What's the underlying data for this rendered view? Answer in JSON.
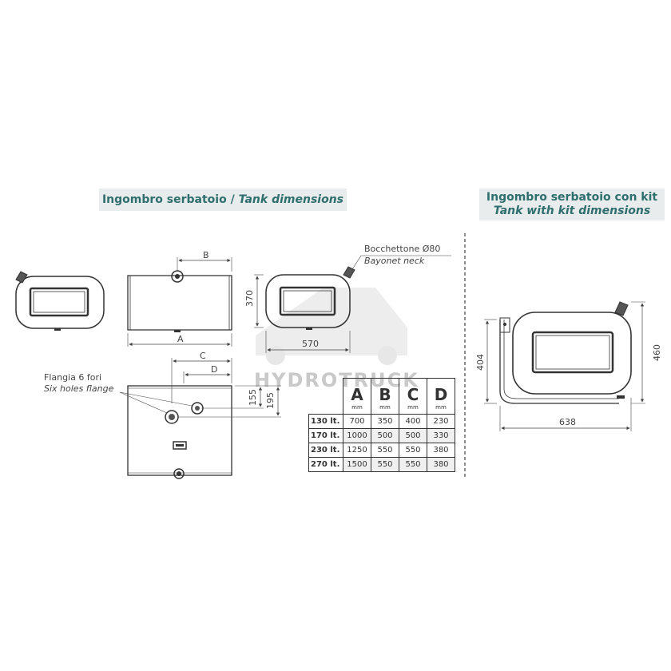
{
  "headers": {
    "left_plain": "Ingombro serbatoio / ",
    "left_italic": "Tank dimensions",
    "right_line1": "Ingombro serbatoio con kit",
    "right_line2": "Tank with kit dimensions"
  },
  "labels": {
    "neck_it": "Bocchettone Ø80",
    "neck_en": "Bayonet neck",
    "flange_it": "Flangia 6 fori",
    "flange_en": "Six holes flange"
  },
  "dimensions": {
    "A": "A",
    "B": "B",
    "C": "C",
    "D": "D",
    "h370": "370",
    "w570": "570",
    "h155": "155",
    "h195": "195",
    "h404": "404",
    "h460": "460",
    "w638": "638"
  },
  "watermark": "HYDROTRUCK",
  "table": {
    "columns": [
      "A",
      "B",
      "C",
      "D"
    ],
    "unit": "mm",
    "rows": [
      {
        "label": "130 lt.",
        "values": [
          "700",
          "350",
          "400",
          "230"
        ]
      },
      {
        "label": "170 lt.",
        "values": [
          "1000",
          "500",
          "500",
          "330"
        ]
      },
      {
        "label": "230 lt.",
        "values": [
          "1250",
          "550",
          "550",
          "380"
        ]
      },
      {
        "label": "270 lt.",
        "values": [
          "1500",
          "550",
          "550",
          "380"
        ]
      }
    ]
  }
}
